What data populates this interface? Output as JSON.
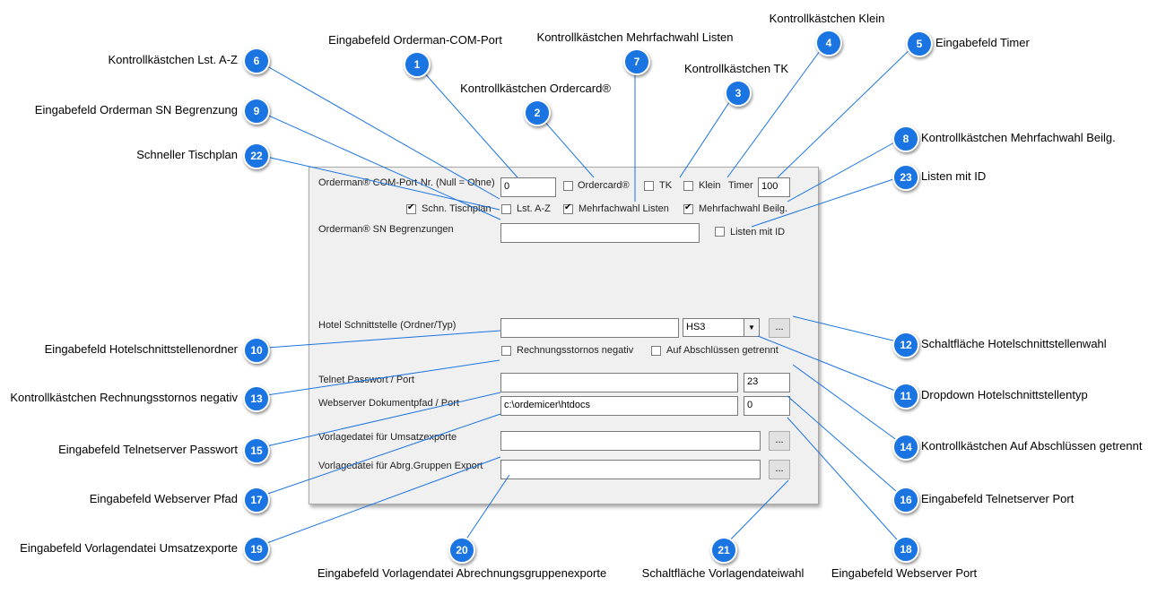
{
  "form": {
    "com_port_label": "Orderman® COM-Port-Nr. (Null = Ohne)",
    "com_port_value": "0",
    "ordercard_label": "Ordercard®",
    "tk_label": "TK",
    "klein_label": "Klein",
    "timer_label": "Timer",
    "timer_value": "100",
    "schn_tischplan_label": "Schn. Tischplan",
    "lst_az_label": "Lst. A-Z",
    "mehrfachwahl_listen_label": "Mehrfachwahl Listen",
    "mehrfachwahl_beilg_label": "Mehrfachwahl Beilg.",
    "sn_begrenzungen_label": "Orderman® SN Begrenzungen",
    "listen_mit_id_label": "Listen mit ID",
    "hotel_label": "Hotel Schnittstelle (Ordner/Typ)",
    "hotel_type_value": "HS3",
    "browse_label": "...",
    "rechnungsstornos_label": "Rechnungsstornos negativ",
    "auf_abschluessen_label": "Auf Abschlüssen getrennt",
    "telnet_label": "Telnet Passwort / Port",
    "telnet_port_value": "23",
    "webserver_label": "Webserver Dokumentpfad / Port",
    "webserver_path_value": "c:\\ordemicer\\htdocs",
    "webserver_port_value": "0",
    "umsatz_label": "Vorlagedatei für Umsatzexporte",
    "abrg_label": "Vorlagedatei für Abrg.Gruppen Export",
    "checked": {
      "ordercard": false,
      "tk": false,
      "klein": false,
      "schn_tischplan": true,
      "lst_az": false,
      "mehrfachwahl_listen": true,
      "mehrfachwahl_beilg": true,
      "listen_mit_id": false,
      "rechnungsstornos": false,
      "auf_abschluessen": false
    }
  },
  "accent_color": "#1a74e2",
  "callouts": [
    {
      "n": "1",
      "label": "Eingabefeld Orderman-COM-Port"
    },
    {
      "n": "2",
      "label": "Kontrollkästchen Ordercard®"
    },
    {
      "n": "3",
      "label": "Kontrollkästchen TK"
    },
    {
      "n": "4",
      "label": "Kontrollkästchen Klein"
    },
    {
      "n": "5",
      "label": "Eingabefeld Timer"
    },
    {
      "n": "6",
      "label": "Kontrollkästchen Lst. A-Z"
    },
    {
      "n": "7",
      "label": "Kontrollkästchen Mehrfachwahl Listen"
    },
    {
      "n": "8",
      "label": "Kontrollkästchen Mehrfachwahl Beilg."
    },
    {
      "n": "9",
      "label": "Eingabefeld Orderman SN Begrenzung"
    },
    {
      "n": "10",
      "label": "Eingabefeld Hotelschnittstellenordner"
    },
    {
      "n": "11",
      "label": "Dropdown Hotelschnittstellentyp"
    },
    {
      "n": "12",
      "label": "Schaltfläche Hotelschnittstellenwahl"
    },
    {
      "n": "13",
      "label": "Kontrollkästchen Rechnungsstornos negativ"
    },
    {
      "n": "14",
      "label": "Kontrollkästchen Auf Abschlüssen getrennt"
    },
    {
      "n": "15",
      "label": "Eingabefeld Telnetserver Passwort"
    },
    {
      "n": "16",
      "label": "Eingabefeld Telnetserver Port"
    },
    {
      "n": "17",
      "label": "Eingabefeld Webserver Pfad"
    },
    {
      "n": "18",
      "label": "Eingabefeld Webserver Port"
    },
    {
      "n": "19",
      "label": "Eingabefeld Vorlagendatei Umsatzexporte"
    },
    {
      "n": "20",
      "label": "Eingabefeld Vorlagendatei Abrechnungsgruppenexporte"
    },
    {
      "n": "21",
      "label": "Schaltfläche Vorlagendateiwahl"
    },
    {
      "n": "22",
      "label": "Schneller Tischplan"
    },
    {
      "n": "23",
      "label": "Listen mit ID"
    }
  ]
}
